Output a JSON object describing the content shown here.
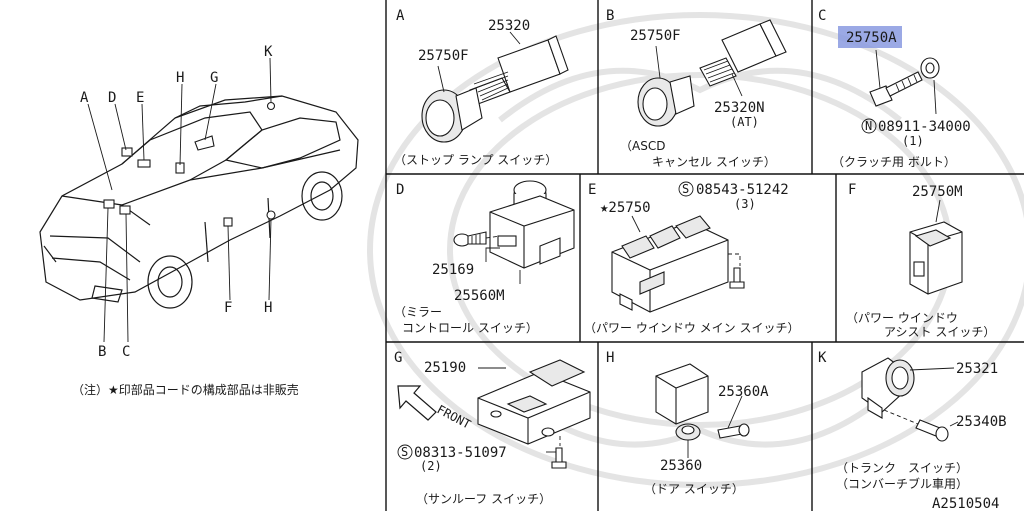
{
  "highlight_color": "#8a9ae0",
  "overview": {
    "callouts": [
      "A",
      "D",
      "E",
      "H",
      "G",
      "K",
      "B",
      "C",
      "F",
      "H"
    ],
    "note": "（注）★印部品コードの構成部品は非販売"
  },
  "panels": {
    "A": {
      "letter": "A",
      "parts": [
        "25320",
        "25750F"
      ],
      "caption": "（ストップ ランプ スイッチ）"
    },
    "B": {
      "letter": "B",
      "parts": [
        "25750F",
        "25320N",
        "(AT)"
      ],
      "caption_line1": "（ASCD",
      "caption_line2": "キャンセル スイッチ）"
    },
    "C": {
      "letter": "C",
      "parts": [
        "25750A",
        "08911-34000",
        "(1)"
      ],
      "bolt_prefix": "N",
      "caption": "（クラッチ用 ボルト）"
    },
    "D": {
      "letter": "D",
      "parts": [
        "25169",
        "25560M"
      ],
      "caption_line1": "（ミラー",
      "caption_line2": "コントロール スイッチ）"
    },
    "E": {
      "letter": "E",
      "parts": [
        "★25750",
        "08543-51242",
        "(3)"
      ],
      "screw_prefix": "S",
      "caption": "（パワー ウインドウ メイン スイッチ）"
    },
    "F": {
      "letter": "F",
      "parts": [
        "25750M"
      ],
      "caption_line1": "（パワー ウインドウ",
      "caption_line2": "アシスト スイッチ）"
    },
    "G": {
      "letter": "G",
      "parts": [
        "25190",
        "08313-51097",
        "(2)"
      ],
      "screw_prefix": "S",
      "front_label": "FRONT",
      "caption": "（サンルーフ スイッチ）"
    },
    "H": {
      "letter": "H",
      "parts": [
        "25360A",
        "25360"
      ],
      "caption": "（ドア スイッチ）"
    },
    "K": {
      "letter": "K",
      "parts": [
        "25321",
        "25340B"
      ],
      "caption_line1": "（トランク　スイッチ）",
      "caption_line2": "（コンバーチブル車用）"
    }
  },
  "figure_code": "A2510504"
}
